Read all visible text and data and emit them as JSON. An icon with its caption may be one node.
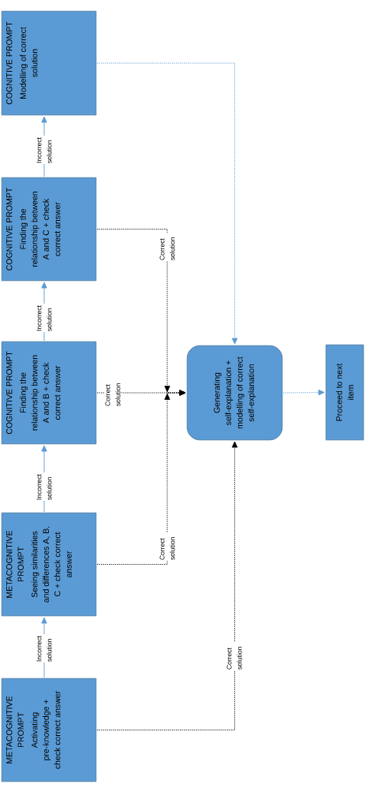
{
  "diagram": {
    "nodes": [
      {
        "text": [
          "METACOGNITIVE PROMPT",
          "Activating pre-knowledge + check correct answer"
        ]
      },
      {
        "text": [
          "METACOGNITIVE PROMPT",
          "Seeing similarities and differences A, B, C + check correct answer"
        ]
      },
      {
        "text": [
          "COGNITIVE PROMPT",
          "Finding the relationship between A and B + check correct answer"
        ]
      },
      {
        "text": [
          "COGNITIVE PROMPT",
          "Finding the relationship between A and C + check correct answer"
        ]
      },
      {
        "text": [
          "COGNITIVE PROMPT",
          "Modelling of correct solution"
        ]
      },
      {
        "text": [
          "Generating self-explanation + modelling of correct self-explanation"
        ]
      },
      {
        "text": [
          "Proceed to next item"
        ]
      }
    ],
    "edges": [
      {
        "from": 0,
        "to": 1,
        "arrow": "to",
        "label": "Incorrect solution"
      },
      {
        "from": 1,
        "to": 2,
        "arrow": "to",
        "label": "Incorrect solution"
      },
      {
        "from": 2,
        "to": 3,
        "arrow": "to",
        "label": "Incorrect solution"
      },
      {
        "from": 3,
        "to": 4,
        "arrow": "to",
        "label": "Incorrect solution"
      },
      {
        "from": 0,
        "to": 5,
        "arrow": "to",
        "label": "Correct solution",
        "style": "dashed",
        "color": "#000000"
      },
      {
        "from": 1,
        "to": 5,
        "arrow": "to",
        "label": "Correct solution",
        "style": "dashed",
        "color": "#000000"
      },
      {
        "from": 2,
        "to": 5,
        "arrow": "to",
        "label": "Correct solution",
        "style": "dashed",
        "color": "#000000"
      },
      {
        "from": 3,
        "to": 5,
        "arrow": "to",
        "label": "Correct solution",
        "style": "dashed",
        "color": "#000000"
      },
      {
        "from": 4,
        "to": 5,
        "arrow": "to",
        "style": "dashed"
      },
      {
        "from": 5,
        "to": 6,
        "arrow": "to",
        "style": "dashed"
      }
    ]
  }
}
